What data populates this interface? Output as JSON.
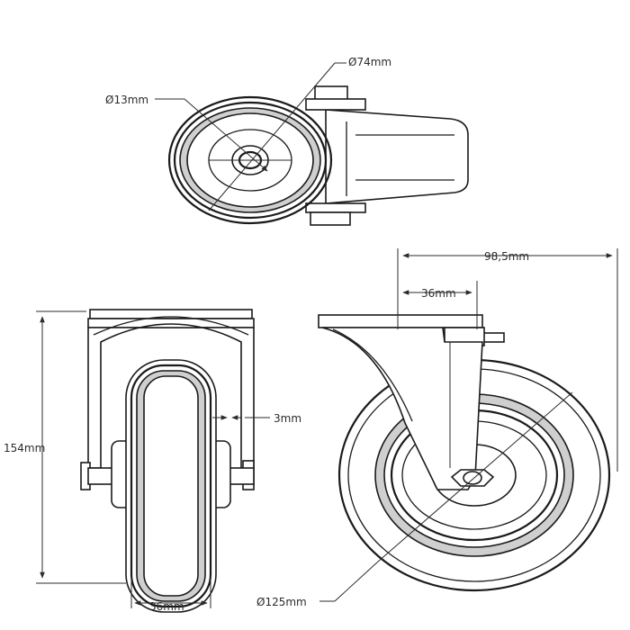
{
  "dimensions": {
    "d74": "Ø74mm",
    "d13": "Ø13mm",
    "w985": "98,5mm",
    "w36_top": "36mm",
    "h154": "154mm",
    "t3": "3mm",
    "w36_bottom": "36mm",
    "d125": "Ø125mm"
  }
}
